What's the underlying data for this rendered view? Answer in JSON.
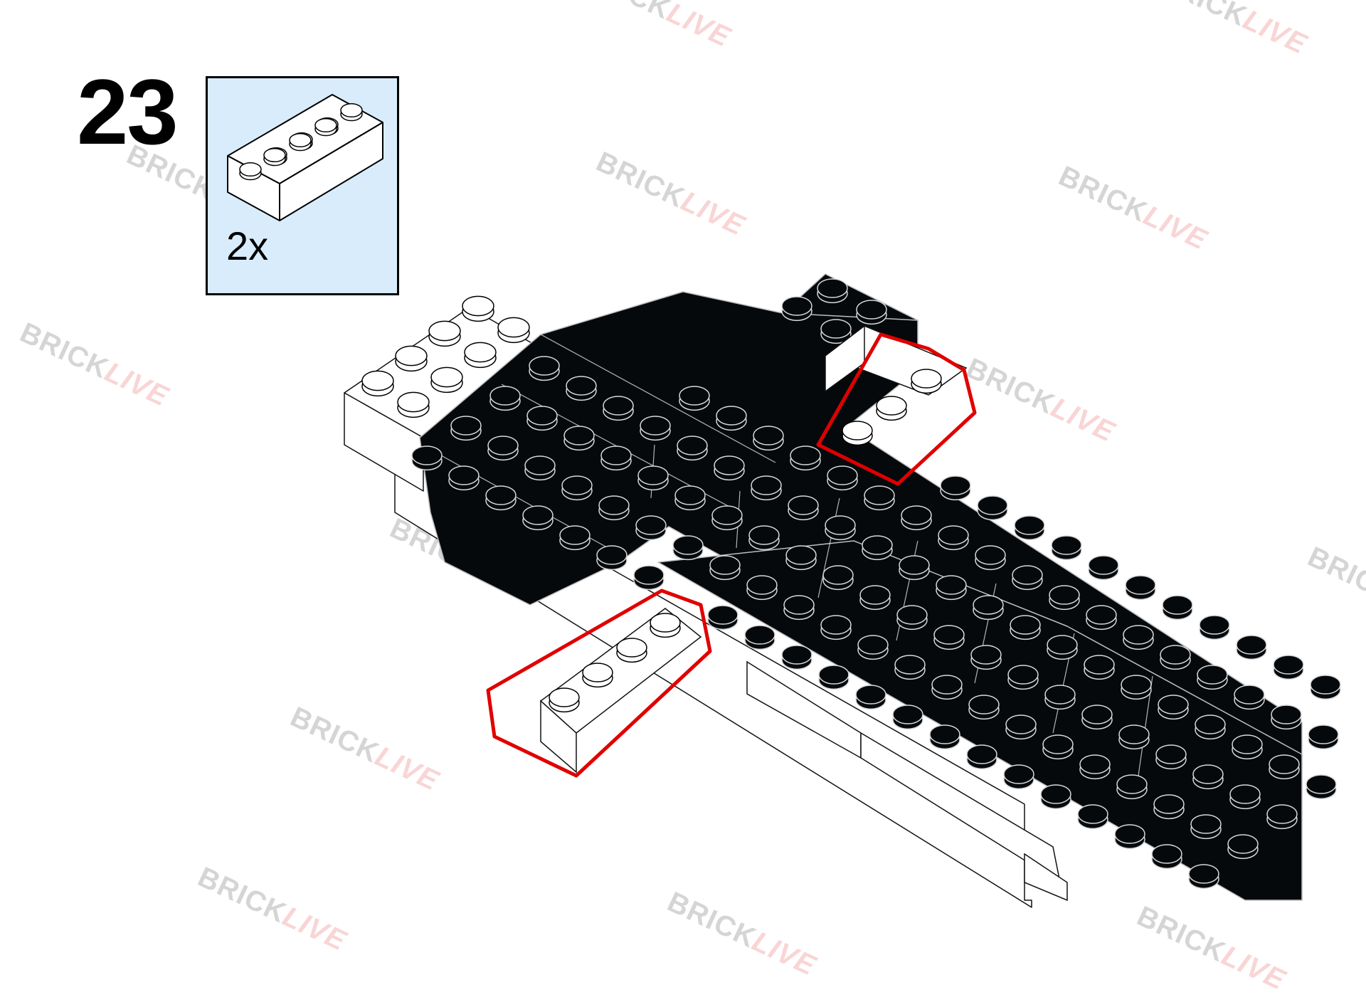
{
  "step": {
    "number": "23"
  },
  "parts": {
    "quantity": "2x",
    "brick": "2x4-brick-white-icon"
  },
  "watermark": {
    "part_a": "BRICK",
    "part_b": "LIVE"
  },
  "colors": {
    "highlight": "#e00000",
    "parts_background": "#d8ecfb",
    "brick_black": "#05090c",
    "brick_white": "#ffffff"
  }
}
